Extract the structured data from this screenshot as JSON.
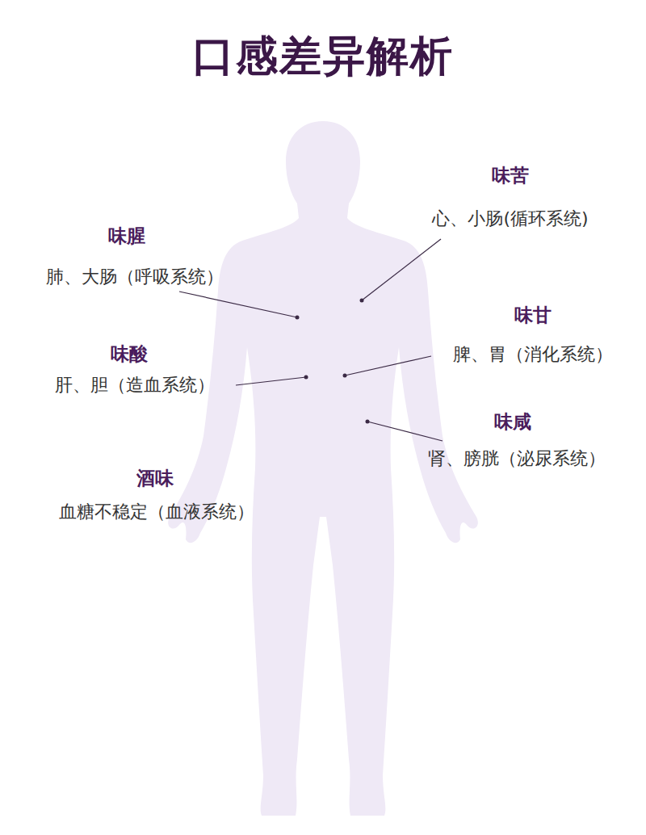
{
  "diagram": {
    "title": "口感差异解析",
    "labels": [
      "味苦",
      "心、小肠(循环系统)",
      "味腥",
      "肺、大肠（呼吸系统）",
      "味甘",
      "脾、胃（消化系统）",
      "味酸",
      "肝、胆（造血系统）",
      "味咸",
      "肾、膀胱（泌尿系统）",
      "酒味",
      "血糖不稳定（血液系统）"
    ]
  }
}
